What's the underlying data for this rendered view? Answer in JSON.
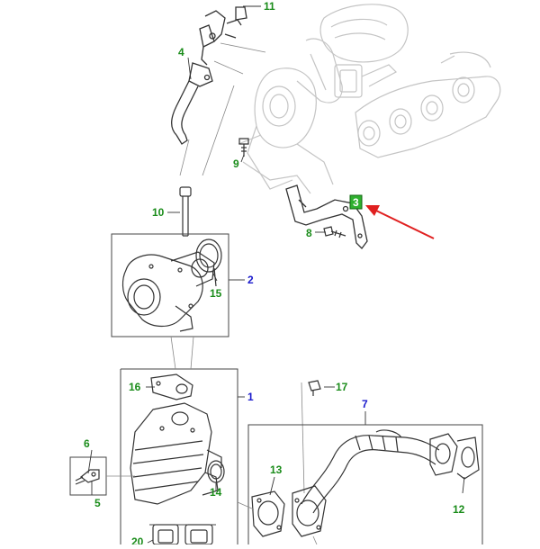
{
  "colors": {
    "callout_green": "#1a8c1a",
    "callout_blue": "#1a1acc",
    "arrow_red": "#e02020",
    "ink": "#333333",
    "ghost": "#bdbdbd"
  },
  "callouts": {
    "c11": "11",
    "c4": "4",
    "c9": "9",
    "c3": "3",
    "c10": "10",
    "c8": "8",
    "c2": "2",
    "c15": "15",
    "c16": "16",
    "c1": "1",
    "c17": "17",
    "c7": "7",
    "c6": "6",
    "c5": "5",
    "c14": "14",
    "c13": "13",
    "c12": "12",
    "c20": "20"
  },
  "highlight": {
    "callout": "3",
    "indicator": "red-arrow"
  }
}
